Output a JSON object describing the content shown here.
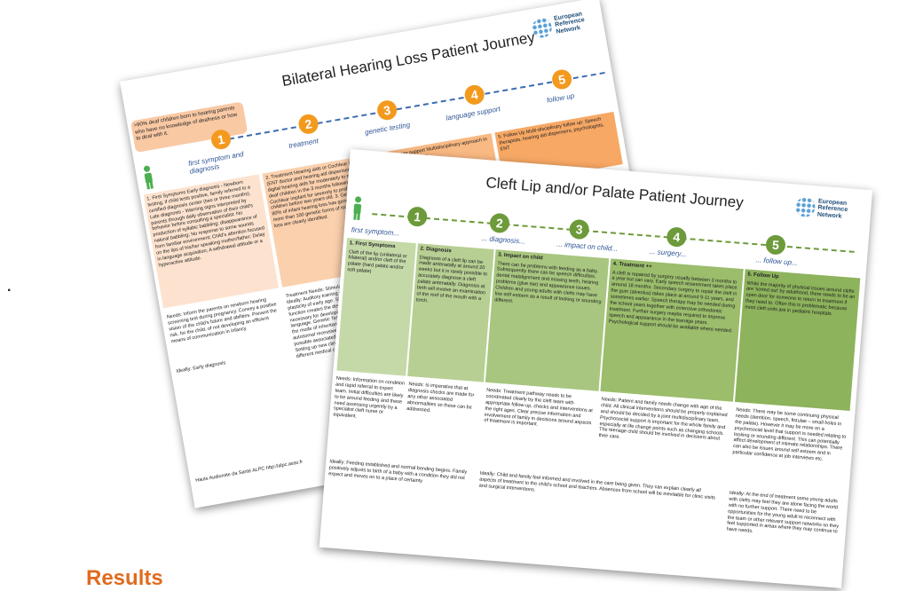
{
  "hearing": {
    "title": "Bilateral Hearing Loss Patient Journey",
    "note": ">90% deaf children born to hearing parents who have no knowledge of deafness or how to deal with it.",
    "steps": [
      {
        "num": "1",
        "label": "first symptom and diagnosis"
      },
      {
        "num": "2",
        "label": "treatment"
      },
      {
        "num": "3",
        "label": "genetic testing"
      },
      {
        "num": "4",
        "label": "language support"
      },
      {
        "num": "5",
        "label": "follow up"
      }
    ],
    "box1": "1. First Symptoms Early diagnosis - Newborn testing; if child tests positive, family referred to a certified diagnosis center (two or three months). Late diagnosis - Warning signs interpreted by parents through daily observation of their child's behavior before consulting a specialist: No production of syllabic babbling; disappearance of natural babbling; No response to some sounds from familiar environment; Child's attention focused on the lips of his/her speaking mother/father; Delay in language acquisition; A withdrawal attitude or a hyperactive attitude.",
    "box2": "2. Treatment Hearing aids or Cochlear implants (ENT doctor and hearing aid dispenser). Bilateral digital hearing aids for moderately to severely deaf children in the 3 months following diagnosis. Cochlear implant for severely to profoundly deaf children before two years old. 3. Genetic Testing 80% of infant hearing loss has genetic forms, more than 100 genetic forms of isolated hearing loss are clearly identified.",
    "box3": "4. Language support Multidisciplinary approach in provision of language.",
    "box4": "5. Follow Up Multi-disciplinary follow up: Speech therapists, hearing aid dispensers, psychologists, ENT",
    "needs1": "Needs: Inform the parents on newborn hearing screening test during pregnancy. Convey a positive vision of the child's future and abilities. Prevent the risk, for the child, of not developing an efficient means of communication in infancy.",
    "ideally1": "Ideally: Early diagnosis",
    "needs2": "Treatment Needs: Stimulation of auditory functions. Ideally: Auditory training using the optimum brain plasticity of early age. Stimulating the hearing function creates the developing connections necessary for developing further skills in spoken language. Genetic Testing Needs: Finding out about the mode of inheritance: autosomal dominant, autosomal recessive, or X-linked. Finding out about possible associated syndromic symptoms. Ideally: Setting up new clinical trials and giving access to different medical care.",
    "footer": "Hauts Audiomite da Santé ALPC http://alpc.asso.fr"
  },
  "cleft": {
    "title": "Cleft Lip and/or Palate Patient Journey",
    "logo": "European Reference Network",
    "steps": [
      {
        "num": "1",
        "label": "first symptom..."
      },
      {
        "num": "2",
        "label": "... diagnosis..."
      },
      {
        "num": "3",
        "label": "... impact on child..."
      },
      {
        "num": "4",
        "label": "... surgery..."
      },
      {
        "num": "5",
        "label": "... follow up..."
      }
    ],
    "box1_head": "1. First Symptoms",
    "box1_text": "Cleft of the lip (unilateral or bilateral) and/or cleft of the palate (hard palate and/or soft palate)",
    "box2_head": "2. Diagnosis",
    "box2_text": "Diagnosis of a cleft lip can be made antenatally at around 20 weeks but it is rarely possible to accurately diagnose a cleft palate antenatally. Diagnosis at birth will involve an examination of the roof of the mouth with a torch.",
    "box3_head": "3. Impact on child",
    "box3_text": "There can be problems with feeding as a baby. Subsequently there can be speech difficulties, dental malalignment and missing teeth, hearing problems (glue ear) and appearance issues. Children and young adults with clefts may have low self esteem as a result of looking or sounding different.",
    "box4_head": "4. Treatment ++",
    "box4_text": "A cleft is repaired by surgery usually between 3 months to a year but can vary. Early speech assessment takes place around 18 months. Secondary surgery to repair the cleft in the gum (alveolus) takes place at around 9-11 years, and sometimes earlier. Speech therapy may be needed during the school years together with extensive orthodontic treatment. Further surgery maybe required to improve speech and appearance in the teenage years. Psychological support should be available where needed.",
    "box5_head": "5. Follow Up",
    "box5_text": "While the majority of physical issues around clefts are 'sorted out' by adulthood, there needs to be an open door for someone to return to treatment if they need to. Often this is problematic because most cleft units are in pediatric hospitals.",
    "needs1": "Needs: Information on condition and rapid referral to expert team. Initial difficulties are likely to be around feeding and these need assessing urgently by a specialist cleft nurse or equivalent.",
    "needs2": "Needs: Is imperative that at diagnosis checks are made for any other associated abnormalities so these can be addressed.",
    "needs3": "Needs: Treatment pathway needs to be coordinated clearly by the cleft team with appropriate follow-up, checks and interventions at the right ages. Clear precise information and involvement of family in decisions around aspects of treatment is important.",
    "needs4": "Needs: Patient and family needs change with age of the child. All clinical interventions should be properly explained and should be decided by a joint multidisciplinary team. Psychosocial support is important for the whole family and especially at life change points such as changing schools. The teenage child should be involved in decisions about their care.",
    "needs5": "Needs: There may be some continuing physical needs (dentition, speech, fistulae – small holes in the palate). However it may be more on a psychosocial level that support is needed relating to looking or sounding different. This can potentially affect development of intimate relationships. There can also be issues around self esteem and in particular confidence at job interviews etc.",
    "ideally1": "Ideally: Feeding established and normal bonding begins. Family positively adjusts to birth of a baby with a condition they did not expect and moves on to a place of certainty",
    "ideally2": "Ideally: Child and family feel informed and involved in the care being given. They can explain clearly all aspects of treatment to the child's school and teachers. Absences from school will be inevitable for clinic visits and surgical interventions.",
    "ideally3": "Ideally: At the end of treatment some young adults with clefts may feel they are alone facing the world with no further support. There need to be opportunities for the young adult to reconnect with the team or other relevant support networks so they feel supported in areas where they may continue to have needs."
  },
  "stray_mark": ".",
  "results_heading": "Results",
  "colors": {
    "orange": "#f39a1e",
    "green": "#6d9a3a",
    "blue": "#2f5597"
  }
}
